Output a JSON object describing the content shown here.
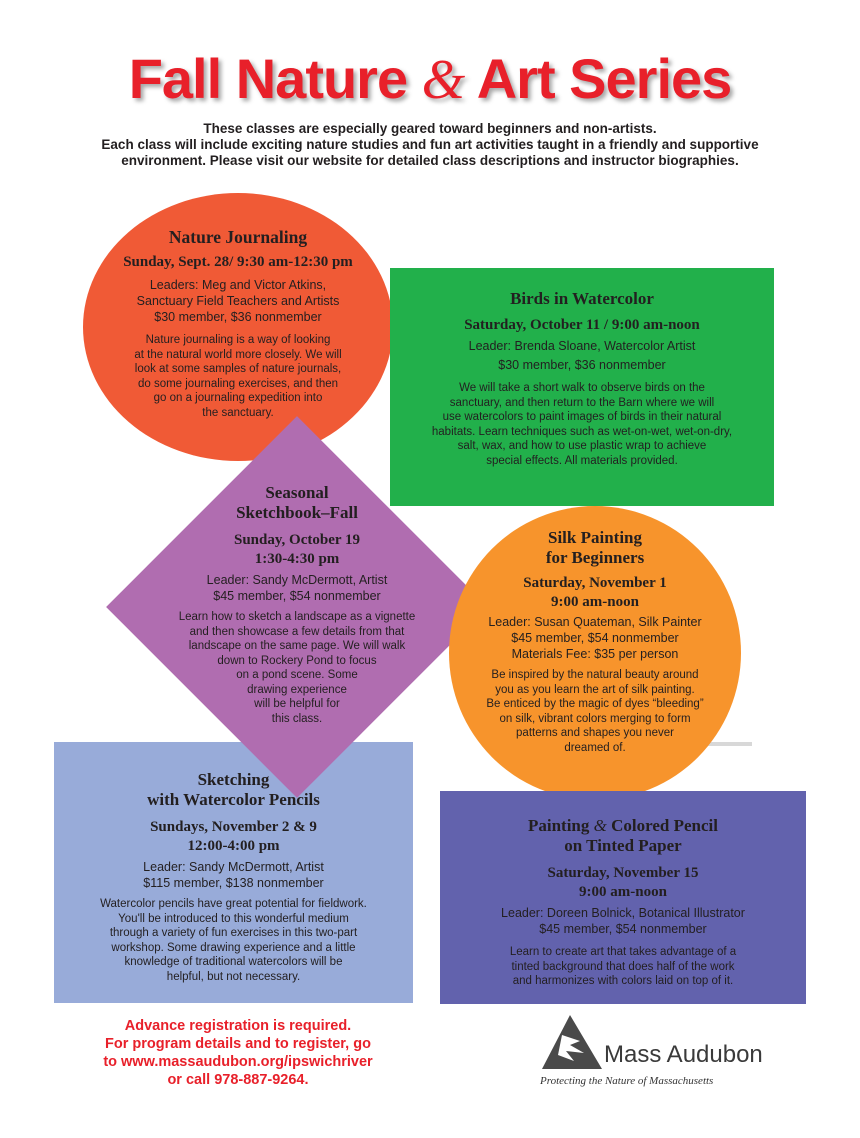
{
  "title": {
    "part1": "Fall Nature ",
    "amp": "&",
    "part2": " Art Series"
  },
  "intro": {
    "line1": "These classes are especially geared toward beginners and non-artists.",
    "line2": "Each class will include exciting nature studies and fun art activities taught in a friendly and supportive",
    "line3": "environment. Please visit our website for detailed class descriptions and instructor biographies."
  },
  "colors": {
    "red": "#e8202a",
    "orange_red": "#f05a36",
    "green": "#22b04b",
    "purple": "#b06db0",
    "orange": "#f7942c",
    "blue": "#98abd9",
    "indigo": "#6262ad"
  },
  "classes": {
    "journaling": {
      "title": "Nature Journaling",
      "date": "Sunday, Sept. 28/ 9:30 am-12:30 pm",
      "leader1": "Leaders: Meg and Victor Atkins,",
      "leader2": "Sanctuary Field Teachers and Artists",
      "price": "$30 member, $36 nonmember",
      "d1": "Nature journaling is a way of looking",
      "d2": "at the natural world more closely. We will",
      "d3": "look at some samples of nature journals,",
      "d4": "do some journaling exercises, and then",
      "d5": "go on a journaling expedition into",
      "d6": "the sanctuary."
    },
    "birds": {
      "title": "Birds in Watercolor",
      "date": "Saturday, October 11 / 9:00 am-noon",
      "leader": "Leader: Brenda Sloane, Watercolor Artist",
      "price": "$30 member, $36 nonmember",
      "d1": "We will take a short walk to observe birds on the",
      "d2": "sanctuary, and then return to the Barn where we will",
      "d3": "use watercolors to paint images of birds in their natural",
      "d4": "habitats. Learn techniques such as wet-on-wet, wet-on-dry,",
      "d5": "salt, wax, and how to use plastic wrap to achieve",
      "d6": "special effects. All materials provided."
    },
    "sketchbook": {
      "title1": "Seasonal",
      "title2": "Sketchbook–Fall",
      "date1": "Sunday, October 19",
      "date2": "1:30-4:30 pm",
      "leader": "Leader: Sandy McDermott, Artist",
      "price": "$45 member, $54 nonmember",
      "d1": "Learn how to sketch a landscape as a vignette",
      "d2": "and then showcase a few details from that",
      "d3": "landscape on the same page. We will walk",
      "d4": "down to Rockery Pond to focus",
      "d5": "on a pond scene. Some",
      "d6": "drawing experience",
      "d7": "will be helpful for",
      "d8": "this class."
    },
    "silk": {
      "title1": "Silk Painting",
      "title2": "for Beginners",
      "date1": "Saturday, November 1",
      "date2": "9:00 am-noon",
      "leader": "Leader: Susan Quateman, Silk Painter",
      "price": "$45 member, $54 nonmember",
      "fee": "Materials Fee: $35 per person",
      "d1": "Be inspired by the natural beauty around",
      "d2": "you as you learn the art of silk painting.",
      "d3": "Be enticed by the magic of dyes “bleeding”",
      "d4": "on silk, vibrant colors merging to form",
      "d5": "patterns and shapes you never",
      "d6": "dreamed of."
    },
    "pencils": {
      "title1": "Sketching",
      "title2": "with Watercolor Pencils",
      "date1": "Sundays, November 2 & 9",
      "date2": "12:00-4:00 pm",
      "leader": "Leader: Sandy McDermott, Artist",
      "price": "$115 member, $138 nonmember",
      "d1": "Watercolor pencils have great potential for fieldwork.",
      "d2": "You'll be introduced to this wonderful medium",
      "d3": "through a variety of fun exercises in this two-part",
      "d4": "workshop. Some drawing experience and a little",
      "d5": "knowledge of traditional watercolors will be",
      "d6": "helpful, but not necessary."
    },
    "tinted": {
      "title1a": "Painting ",
      "title1amp": "&",
      "title1b": " Colored Pencil",
      "title2": "on Tinted Paper",
      "date1": "Saturday, November 15",
      "date2": "9:00 am-noon",
      "leader": "Leader: Doreen Bolnick, Botanical Illustrator",
      "price": "$45 member, $54 nonmember",
      "d1": "Learn to create art that takes advantage of a",
      "d2": "tinted background that does half of the work",
      "d3": "and harmonizes with colors laid on top of it."
    }
  },
  "registration": {
    "line1": "Advance registration is required.",
    "line2": "For program details and to register, go",
    "line3": "to www.massaudubon.org/ipswichriver",
    "line4": "or call 978-887-9264."
  },
  "logo": {
    "name": "Mass Audubon",
    "tagline": "Protecting the Nature of Massachusetts"
  }
}
